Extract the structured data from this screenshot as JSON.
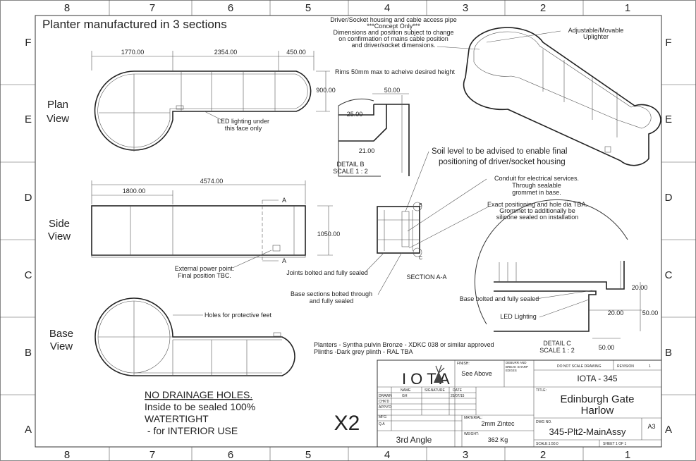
{
  "border": {
    "columns": [
      "8",
      "7",
      "6",
      "5",
      "4",
      "3",
      "2",
      "1"
    ],
    "rows": [
      "F",
      "E",
      "D",
      "C",
      "B",
      "A"
    ]
  },
  "title": "Planter manufactured in 3 sections",
  "views": {
    "plan": "Plan View",
    "side": "Side View",
    "base": "Base View"
  },
  "plan_dims": {
    "d1": "1770.00",
    "d2": "2354.00",
    "d3": "450.00",
    "height": "900.00"
  },
  "side_dims": {
    "overall": "4574.00",
    "first": "1800.00",
    "height": "1050.00",
    "section_marker": "A"
  },
  "detail_b": {
    "rim_note": "Rims 50mm max to acheive desired height",
    "w": "50.00",
    "d1": "25.00",
    "d2": "21.00",
    "title": "DETAIL B",
    "scale": "SCALE 1 : 2",
    "marker": "B"
  },
  "detail_c": {
    "d1": "20.00",
    "d2": "20.00",
    "d3": "50.00",
    "d4": "50.00",
    "title": "DETAIL C",
    "scale": "SCALE 1 : 2",
    "marker": "C"
  },
  "section_label": "SECTION A-A",
  "notes": {
    "driver_housing": "Driver/Socket housing and cable access pipe",
    "concept_only": "***Concept Only***",
    "dimensions_subject": "Dimensions and position subject to change",
    "on_confirmation": "on confirmation of mains cable position",
    "and_driver": "and driver/socket dimensions.",
    "uplighter_1": "Adjustable/Movable",
    "uplighter_2": "Uplighter",
    "led_face_1": "LED lighting under",
    "led_face_2": "this face only",
    "soil_1": "Soil level to be advised to enable final",
    "soil_2": "positioning of driver/socket housing",
    "conduit_1": "Conduit for electrical services.",
    "conduit_2": "Through sealable",
    "conduit_3": "grommet in base.",
    "exact_1": "Exact positioning and hole dia TBA.",
    "exact_2": "Grommet to additionally be",
    "exact_3": "silicone sealed on installation",
    "power_1": "External power point.",
    "power_2": "Final position TBC.",
    "joints": "Joints bolted and fully sealed",
    "base_sections_1": "Base sections bolted through",
    "base_sections_2": "and fully sealed",
    "base_bolted": "Base bolted and fully sealed",
    "led_lighting": "LED Lighting",
    "feet": "Holes for protective feet",
    "material_1": "Planters - Syntha pulvin Bronze - XDKC 038 or similar approved",
    "material_2": "Plinths -Dark grey plinth - RAL TBA",
    "drainage_1": "NO DRAINAGE HOLES.",
    "drainage_2": "Inside to be sealed 100%",
    "drainage_3": "WATERTIGHT",
    "drainage_4": " - for INTERIOR USE",
    "qty": "X2"
  },
  "title_block": {
    "logo": "IOTA",
    "finish_label": "FINISH:",
    "finish": "See Above",
    "deburr": "DEBURR AND BREAK SHARP EDGES",
    "do_not_scale": "DO NOT SCALE DRAWING",
    "revision_label": "REVISION",
    "revision": "1",
    "project": "IOTA - 345",
    "col_name": "NAME",
    "col_signature": "SIGNATURE",
    "col_date": "DATE",
    "row_drawn": "DRAWN",
    "row_chkd": "CHK'D",
    "row_appvd": "APPV'D",
    "row_mfg": "MFG",
    "row_qa": "Q.A",
    "drawn_name": "GH",
    "drawn_date": "25/07/15",
    "title_label": "TITLE:",
    "title_1": "Edinburgh Gate",
    "title_2": "Harlow",
    "material_label": "MATERIAL:",
    "material": "2mm Zintec",
    "dwg_label": "DWG NO.",
    "dwg_no": "345-Plt2-MainAssy",
    "size": "A3",
    "projection": "3rd Angle",
    "weight_label": "WEIGHT:",
    "weight": "362 Kg",
    "scale": "SCALE:1:50.0",
    "sheet": "SHEET 1 OF 1"
  }
}
